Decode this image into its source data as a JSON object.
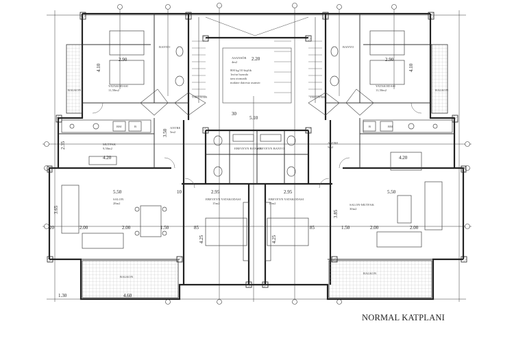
{
  "title": "NORMAL KATPLANI",
  "rooms": {
    "yatak_left": "YATAKODASI",
    "yatak_left_area": "11,50m2",
    "yatak_right": "YATAKODASI",
    "yatak_right_area": "11,50m2",
    "banyo_left": "BANYO",
    "banyo_right": "BANYO",
    "balkon_left_top": "BALKON",
    "balkon_right_top": "BALKON",
    "antre_left": "ANTRE",
    "antre_left_area": "5m2",
    "antre_right": "ANTRE",
    "antre_right_area": "5m2",
    "mutfak": "MUTFAK",
    "mutfak_area": "9,50m2",
    "ebv_banyo_left": "EBEVEYN BANYO",
    "ebv_banyo_right": "EBEVEYN BANYO",
    "salon": "SALON",
    "salon_area": "28m2",
    "ebv_yatak_left": "EBEVEYN YATAKODASI",
    "ebv_yatak_left_area": "15m2",
    "ebv_yatak_right": "EBEVEYN YATAKODASI",
    "ebv_yatak_right_area": "15m2",
    "salon_mutfak": "SALON-MUTFAK",
    "salon_mutfak_area": "30m2",
    "balkon_left_bottom": "BALKON",
    "balkon_right_bottom": "BALKON",
    "asansor": "ASANSÖR",
    "asansor_area": "4m2",
    "asansor_note1": "800 kg/10 kişilik",
    "asansor_note2": "1m/sn hızında",
    "asansor_note3": "tam otomatik",
    "asansor_note4": "makine dairesiz asansör"
  },
  "appliances": {
    "bm_left": "BM",
    "b_left": "B",
    "bm_right": "BM",
    "b_right": "B",
    "vestiyer_left": "VESTİYER",
    "vestiyer_right": "VESTİYER"
  },
  "dimensions": {
    "top_left_room": "2.90",
    "top_right_room": "2.90",
    "left_height": "4.10",
    "right_height": "4.10",
    "shaft": "2.20",
    "stair_width": "5.10",
    "mutfak_w": "4.20",
    "salon_mutfak_w": "4.20",
    "salon_left": "5.50",
    "salon_right": "5.50",
    "ebv_left": "2.95",
    "ebv_right": "2.95",
    "bottom_200a": "2.00",
    "bottom_200b": "2.00",
    "bottom_150": "1.50",
    "bottom_200c": "2.00",
    "bottom_200d": "2.00",
    "bottom_150r": "1.50",
    "height_425a": "4.25",
    "height_425b": "4.25",
    "height_365": "3.65",
    "height_385": "3.85",
    "height_235": "2.35",
    "height_350": "3.50",
    "balkon_460": "4.60",
    "balkon_130": "1.30",
    "mid_85a": "85",
    "mid_85b": "85",
    "tick_20": "20",
    "tick_10": "10",
    "tick_30": "30"
  }
}
